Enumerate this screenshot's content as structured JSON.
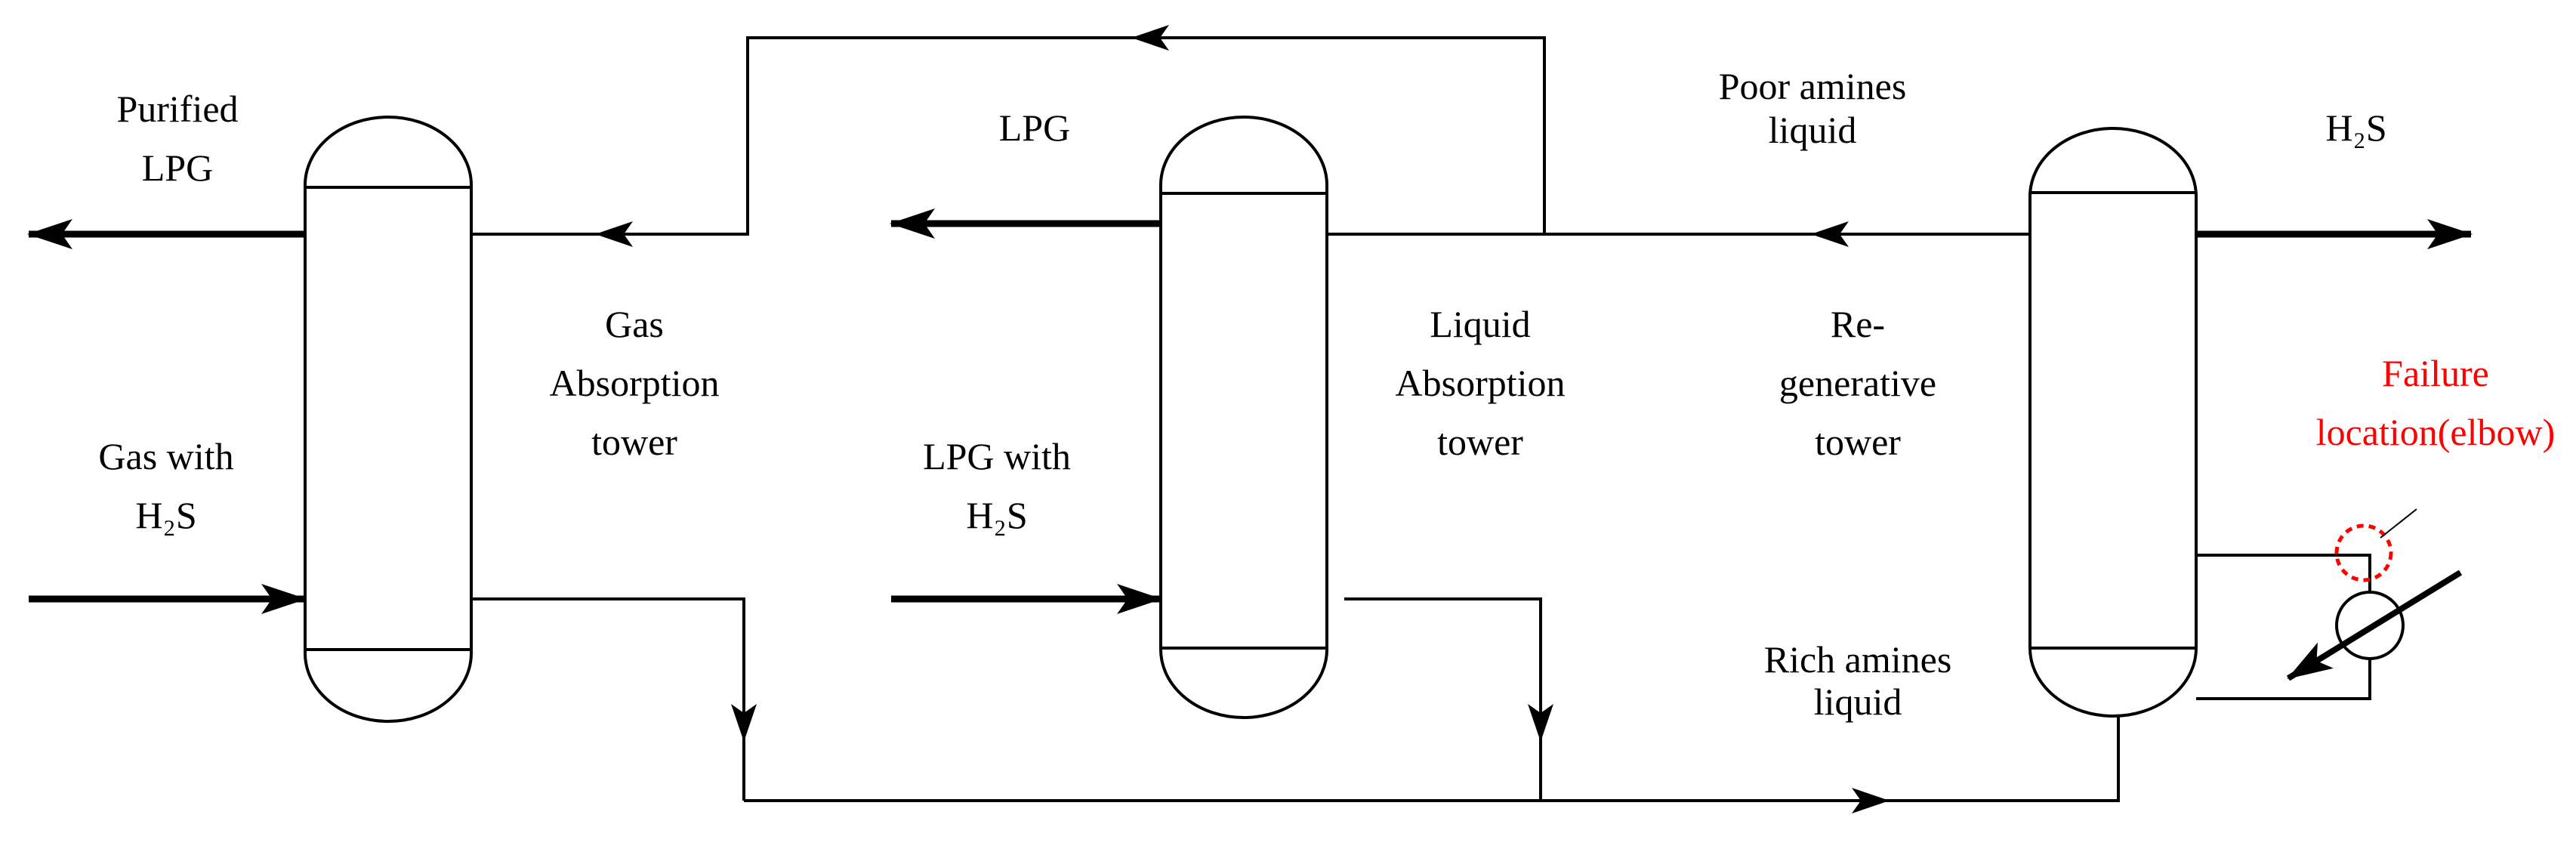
{
  "colors": {
    "line": "#000000",
    "failure": "#ff0000",
    "background": "#ffffff"
  },
  "labels": {
    "purified_lpg": [
      "Purified",
      "LPG"
    ],
    "lpg_out": "LPG",
    "poor_amines": [
      "Poor amines",
      "liquid"
    ],
    "h2s_out": "H₂S",
    "gas_absorption_tower": [
      "Gas",
      "Absorption",
      "tower"
    ],
    "liquid_absorption_tower": [
      "Liquid",
      "Absorption",
      "tower"
    ],
    "regenerative_tower": [
      "Re-",
      "generative",
      "tower"
    ],
    "failure_location": [
      "Failure",
      "location(elbow)"
    ],
    "gas_with_h2s": [
      "Gas with",
      "H₂S"
    ],
    "lpg_with_h2s": [
      "LPG with",
      "H₂S"
    ],
    "rich_amines": [
      "Rich amines",
      "liquid"
    ]
  },
  "icons": {
    "heat_exchanger": "heat-exchanger-icon",
    "failure_marker": "dashed-circle-icon"
  }
}
